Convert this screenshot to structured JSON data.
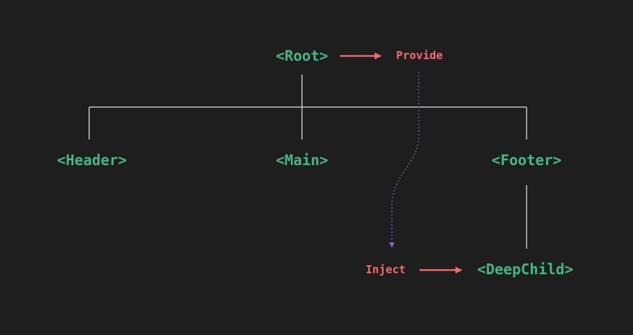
{
  "colors": {
    "background": "#1e1e1e",
    "component": "#42b883",
    "action": "#f66a6a",
    "tree_line": "#c8c8c8",
    "inject_path": "#8a5cd6"
  },
  "nodes": {
    "root": "<Root>",
    "header": "<Header>",
    "main": "<Main>",
    "footer": "<Footer>",
    "deep_child": "<DeepChild>"
  },
  "actions": {
    "provide": "Provide",
    "inject": "Inject"
  }
}
